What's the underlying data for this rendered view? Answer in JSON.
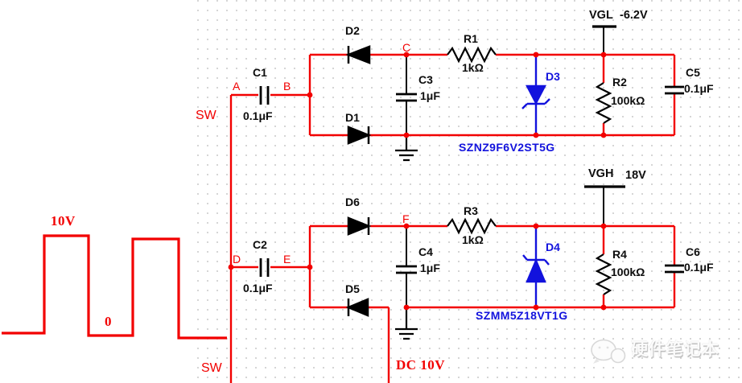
{
  "waveform": {
    "high_label": "10V",
    "low_label": "0"
  },
  "signals": {
    "sw": "SW",
    "dc": "DC 10V"
  },
  "nets": {
    "a": "A",
    "b": "B",
    "c": "C",
    "d": "D",
    "e": "E",
    "f": "F"
  },
  "rails": {
    "vgl": {
      "label": "VGL",
      "value": "-6.2V"
    },
    "vgh": {
      "label": "VGH",
      "value": "18V"
    }
  },
  "components": {
    "c1": {
      "ref": "C1",
      "value": "0.1μF"
    },
    "c2": {
      "ref": "C2",
      "value": "0.1μF"
    },
    "c3": {
      "ref": "C3",
      "value": "1μF"
    },
    "c4": {
      "ref": "C4",
      "value": "1μF"
    },
    "c5": {
      "ref": "C5",
      "value": "0.1μF"
    },
    "c6": {
      "ref": "C6",
      "value": "0.1μF"
    },
    "r1": {
      "ref": "R1",
      "value": "1kΩ"
    },
    "r2": {
      "ref": "R2",
      "value": "100kΩ"
    },
    "r3": {
      "ref": "R3",
      "value": "1kΩ"
    },
    "r4": {
      "ref": "R4",
      "value": "100kΩ"
    },
    "d1": {
      "ref": "D1"
    },
    "d2": {
      "ref": "D2"
    },
    "d3": {
      "ref": "D3",
      "part": "SZNZ9F6V2ST5G"
    },
    "d4": {
      "ref": "D4",
      "part": "SZMM5Z18VT1G"
    },
    "d5": {
      "ref": "D5"
    },
    "d6": {
      "ref": "D6"
    }
  },
  "watermark": {
    "text": "硬件笔记本"
  },
  "colors": {
    "wire": "#f20000",
    "component": "#000000",
    "zener_blue": "#1212dd",
    "part_text": "#1212dd",
    "grid_dot": "#d2d2d2"
  }
}
